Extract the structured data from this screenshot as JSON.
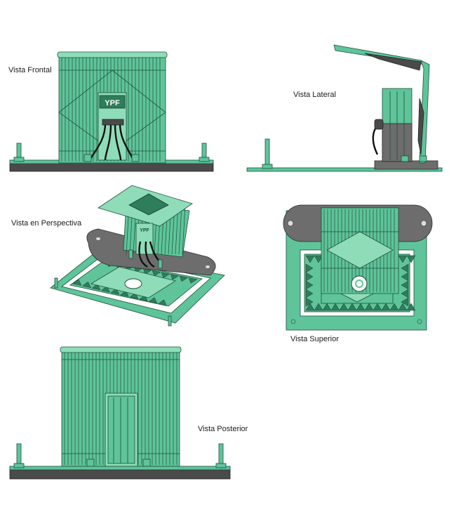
{
  "views": {
    "front": {
      "label": "Vista Frontal",
      "brand": "YPF"
    },
    "side": {
      "label": "Vista Lateral"
    },
    "perspective": {
      "label": "Vista en Perspectiva",
      "brand": "YPF"
    },
    "top": {
      "label": "Vista  Superior"
    },
    "rear": {
      "label": "Vista  Posterior"
    }
  },
  "colors": {
    "green": "#5fc49a",
    "green_dark": "#2e7d5b",
    "gray": "#6d6d6d",
    "outline": "#1f4f3c"
  }
}
